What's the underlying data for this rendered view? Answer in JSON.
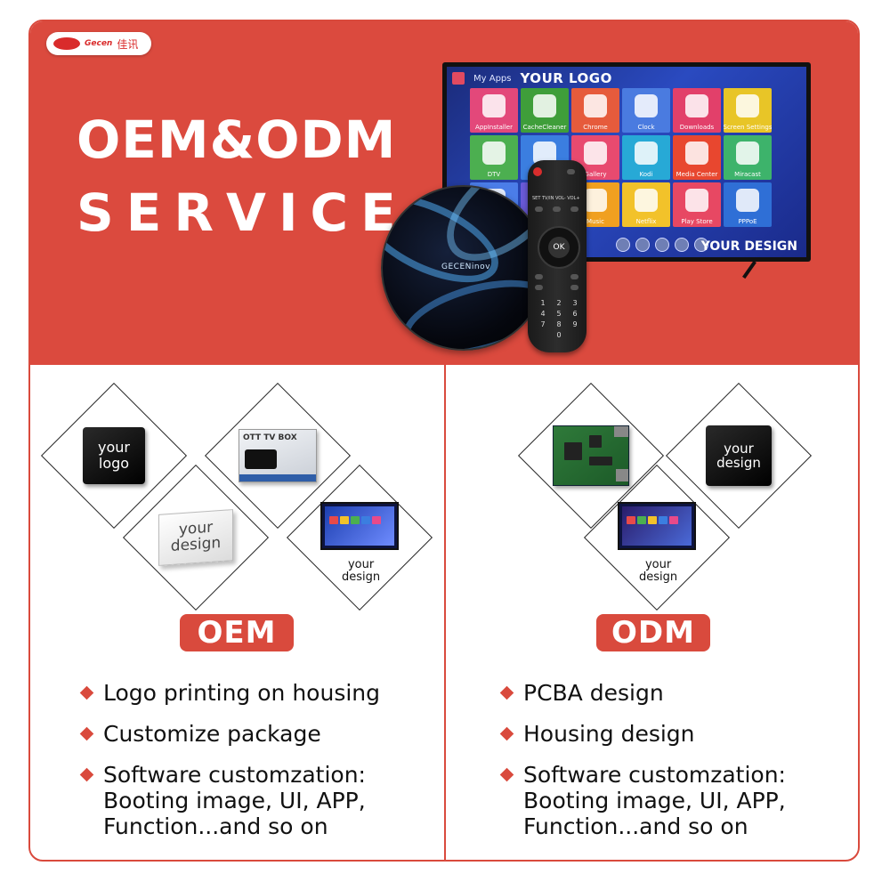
{
  "brand": {
    "name_en": "Gecen",
    "name_cn": "佳讯"
  },
  "headline": {
    "line1": "OEM&ODM",
    "line2": "SERVICE"
  },
  "tv": {
    "my_apps": "My Apps",
    "logo_text": "YOUR LOGO",
    "design_text": "YOUR DESIGN",
    "tiles": [
      {
        "label": "AppInstaller",
        "color": "#e3487a"
      },
      {
        "label": "CacheCleaner",
        "color": "#3f9e3a"
      },
      {
        "label": "Chrome",
        "color": "#e65b3c"
      },
      {
        "label": "Clock",
        "color": "#4a7be0"
      },
      {
        "label": "Downloads",
        "color": "#e2406a"
      },
      {
        "label": "Screen Settings",
        "color": "#e8c527"
      },
      {
        "label": "DTV",
        "color": "#4caf50"
      },
      {
        "label": "",
        "color": "#3b7ee0"
      },
      {
        "label": "Gallery",
        "color": "#e84a6f"
      },
      {
        "label": "Kodi",
        "color": "#27a9d6"
      },
      {
        "label": "Media Center",
        "color": "#e8472f"
      },
      {
        "label": "Miracast",
        "color": "#3db36b"
      },
      {
        "label": "",
        "color": "#4b7de8"
      },
      {
        "label": "",
        "color": "#6a5ad8"
      },
      {
        "label": "Music",
        "color": "#f0a020"
      },
      {
        "label": "Netflix",
        "color": "#f2c22a"
      },
      {
        "label": "Play Store",
        "color": "#e74863"
      },
      {
        "label": "PPPoE",
        "color": "#2f6fd6"
      }
    ]
  },
  "device": {
    "brand": "GECENinov"
  },
  "remote": {
    "row1": "SET  TV/IN  VOL-  VOL+",
    "ok": "OK",
    "keys": [
      "1",
      "2",
      "3",
      "4",
      "5",
      "6",
      "7",
      "8",
      "9",
      "",
      "0",
      ""
    ]
  },
  "oem": {
    "logo_square": "your\nlogo",
    "box_title": "OTT TV BOX",
    "white_box": "your\ndesign",
    "tv_caption": "your\ndesign",
    "pill": "OEM",
    "items": [
      "Logo printing on housing",
      "Customize package",
      "Software customzation:\nBooting image, UI, APP,\nFunction...and so on"
    ]
  },
  "odm": {
    "design_square": "your\ndesign",
    "tv_caption": "your\ndesign",
    "pill": "ODM",
    "items": [
      "PCBA design",
      "Housing design",
      "Software customzation:\nBooting image, UI, APP,\nFunction...and so on"
    ]
  },
  "colors": {
    "accent": "#db4a3e",
    "dark": "#111111"
  }
}
